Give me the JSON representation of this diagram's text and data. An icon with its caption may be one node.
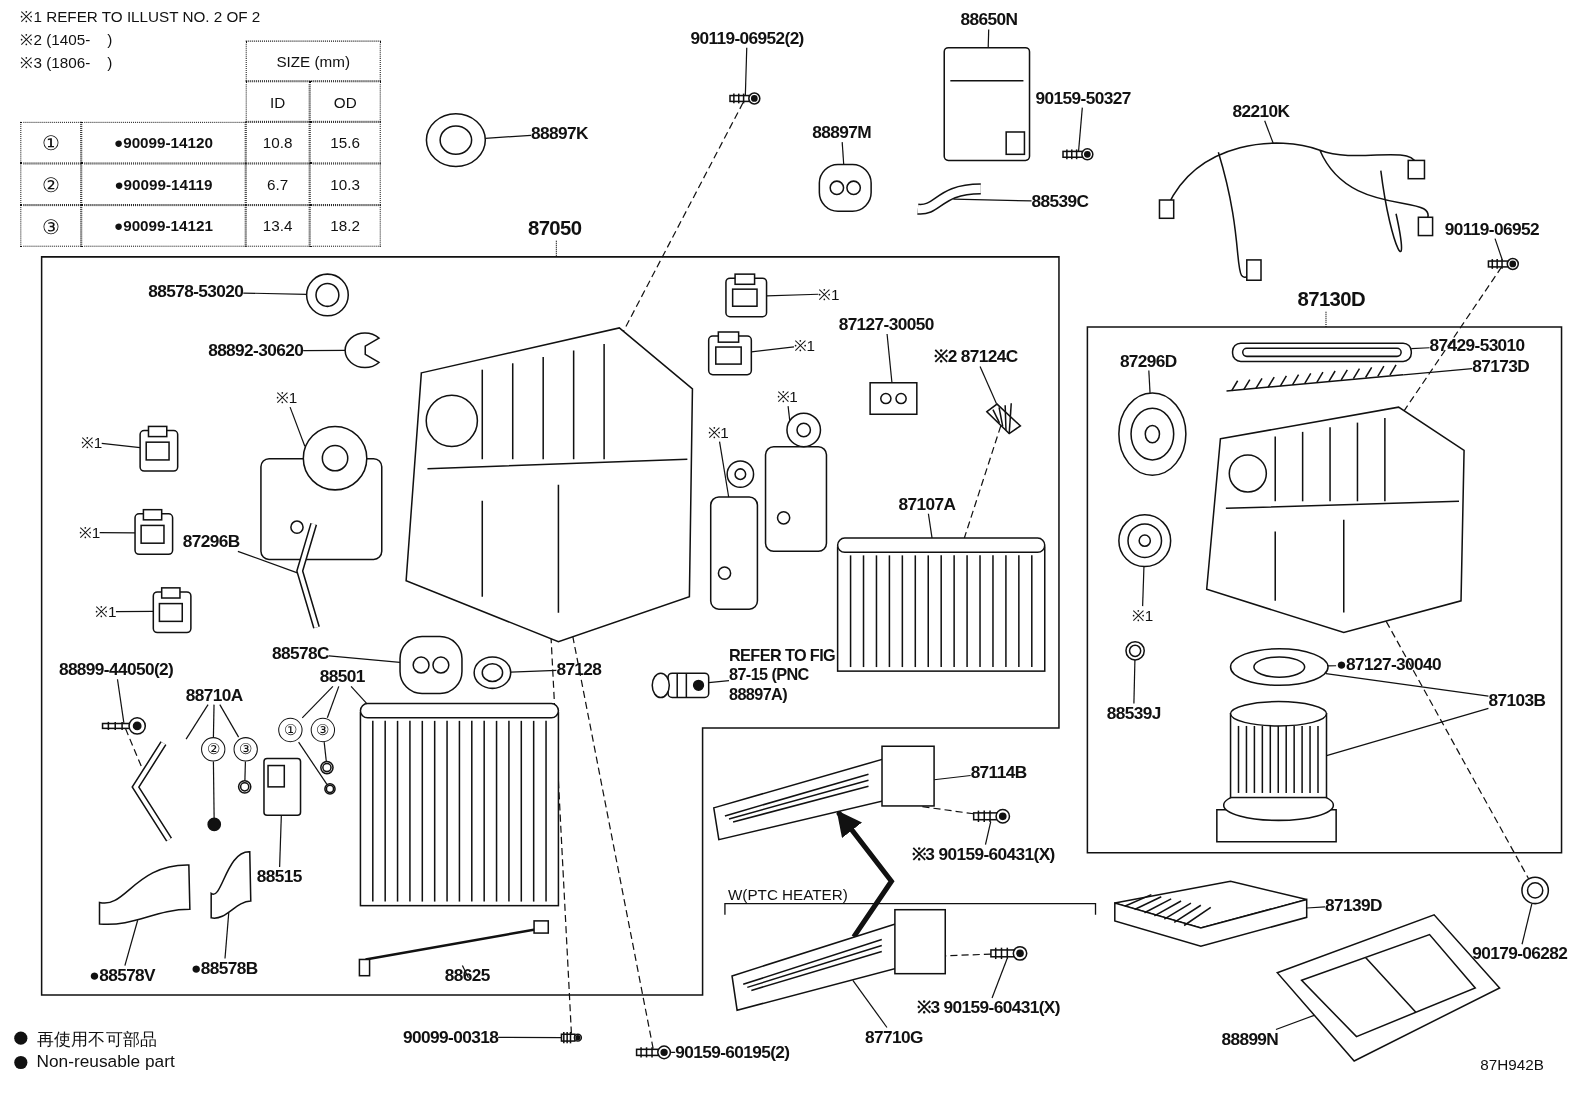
{
  "diagram": {
    "nodes": [
      {
        "text": [
          "87050"
        ]
      },
      {
        "text": [
          "87130D"
        ]
      },
      {
        "text": [
          "88897K"
        ]
      },
      {
        "text": [],
        "shape": "picture"
      },
      {
        "text": [
          "90119-06952(2)"
        ]
      },
      {
        "text": [],
        "shape": "picture"
      },
      {
        "text": [
          "88650N"
        ]
      },
      {
        "text": [],
        "shape": "picture"
      },
      {
        "text": [
          "90159-50327"
        ]
      },
      {
        "text": [],
        "shape": "picture"
      },
      {
        "text": [
          "88897M"
        ]
      },
      {
        "text": [],
        "shape": "picture"
      },
      {
        "text": [
          "88539C"
        ]
      },
      {
        "text": [],
        "shape": "picture"
      },
      {
        "text": [
          "82210K"
        ]
      },
      {
        "text": [],
        "shape": "picture"
      },
      {
        "text": [
          "90119-06952"
        ]
      },
      {
        "text": [],
        "shape": "picture"
      },
      {
        "text": [
          "88578-53020"
        ],
        "in": 0
      },
      {
        "text": [],
        "shape": "picture",
        "in": 0
      },
      {
        "text": [
          "88892-30620"
        ],
        "in": 0
      },
      {
        "text": [],
        "shape": "picture",
        "in": 0
      },
      {
        "text": [
          "※1"
        ],
        "in": 0
      },
      {
        "text": [],
        "shape": "picture",
        "in": 0
      },
      {
        "text": [
          "※1"
        ],
        "in": 0
      },
      {
        "text": [],
        "shape": "picture",
        "in": 0
      },
      {
        "text": [
          "※1"
        ],
        "in": 0
      },
      {
        "text": [],
        "shape": "picture",
        "in": 0
      },
      {
        "text": [
          "※1"
        ],
        "in": 0
      },
      {
        "text": [],
        "shape": "picture",
        "in": 0
      },
      {
        "text": [
          "87296B"
        ],
        "in": 0
      },
      {
        "text": [],
        "shape": "picture",
        "in": 0
      },
      {
        "text": [],
        "shape": "picture",
        "in": 0
      },
      {
        "text": [
          "※1"
        ],
        "in": 0
      },
      {
        "text": [],
        "shape": "picture",
        "in": 0
      },
      {
        "text": [
          "※1"
        ],
        "in": 0
      },
      {
        "text": [],
        "shape": "picture",
        "in": 0
      },
      {
        "text": [
          "※1"
        ],
        "in": 0
      },
      {
        "text": [],
        "shape": "picture",
        "in": 0
      },
      {
        "text": [
          "※1"
        ],
        "in": 0
      },
      {
        "text": [],
        "shape": "picture",
        "in": 0
      },
      {
        "text": [
          "87127-30050"
        ],
        "in": 0
      },
      {
        "text": [],
        "shape": "picture",
        "in": 0
      },
      {
        "text": [
          "※2 87124C"
        ],
        "in": 0
      },
      {
        "text": [],
        "shape": "picture",
        "in": 0
      },
      {
        "text": [
          "87107A"
        ],
        "in": 0
      },
      {
        "text": [],
        "shape": "picture",
        "in": 0
      },
      {
        "text": [
          "88578C"
        ],
        "in": 0
      },
      {
        "text": [],
        "shape": "picture",
        "in": 0
      },
      {
        "text": [
          "87128"
        ],
        "in": 0
      },
      {
        "text": [],
        "shape": "picture",
        "in": 0
      },
      {
        "text": [
          "REFER TO FIG 87-15 (PNC 88897A)"
        ],
        "in": 0
      },
      {
        "text": [],
        "shape": "picture",
        "in": 0
      },
      {
        "text": [
          "88899-44050(2)"
        ],
        "in": 0
      },
      {
        "text": [],
        "shape": "picture",
        "in": 0
      },
      {
        "text": [
          "88710A"
        ],
        "in": 0
      },
      {
        "text": [],
        "shape": "picture",
        "in": 0
      },
      {
        "text": [
          "②"
        ],
        "in": 0
      },
      {
        "text": [],
        "shape": "circle",
        "in": 0
      },
      {
        "text": [
          "③"
        ],
        "in": 0
      },
      {
        "text": [],
        "shape": "picture",
        "in": 0
      },
      {
        "text": [
          "88501"
        ],
        "in": 0
      },
      {
        "text": [
          "①"
        ],
        "in": 0
      },
      {
        "text": [],
        "shape": "picture",
        "in": 0
      },
      {
        "text": [
          "③"
        ],
        "in": 0
      },
      {
        "text": [],
        "shape": "picture",
        "in": 0
      },
      {
        "text": [],
        "shape": "picture",
        "in": 0
      },
      {
        "text": [
          "88515"
        ],
        "in": 0
      },
      {
        "text": [],
        "shape": "picture",
        "in": 0
      },
      {
        "text": [],
        "shape": "picture",
        "in": 0
      },
      {
        "text": [
          "●88578V"
        ],
        "in": 0
      },
      {
        "text": [],
        "shape": "picture",
        "in": 0
      },
      {
        "text": [
          "●88578B"
        ],
        "in": 0
      },
      {
        "text": [],
        "shape": "picture",
        "in": 0
      },
      {
        "text": [
          "88625"
        ],
        "in": 0
      },
      {
        "text": [
          "90099-00318"
        ]
      },
      {
        "text": [],
        "shape": "picture"
      },
      {
        "text": [
          "90159-60195(2)"
        ]
      },
      {
        "text": [],
        "shape": "picture"
      },
      {
        "text": [],
        "shape": "picture"
      },
      {
        "text": [
          "87114B"
        ]
      },
      {
        "text": [],
        "shape": "picture"
      },
      {
        "text": [
          "※3 90159-60431(X)"
        ]
      },
      {
        "text": [],
        "shape": "picture"
      },
      {
        "text": [
          "87710G"
        ]
      },
      {
        "text": [],
        "shape": "picture"
      },
      {
        "text": [
          "※3 90159-60431(X)"
        ]
      },
      {
        "text": [],
        "shape": "picture"
      },
      {
        "text": [
          "87139D"
        ]
      },
      {
        "text": [],
        "shape": "picture"
      },
      {
        "text": [
          "88899N"
        ]
      },
      {
        "text": [],
        "shape": "picture"
      },
      {
        "text": [
          "90179-06282"
        ]
      },
      {
        "text": [
          "87429-53010"
        ],
        "in": 1
      },
      {
        "text": [],
        "shape": "picture",
        "in": 1
      },
      {
        "text": [
          "87173D"
        ],
        "in": 1
      },
      {
        "text": [],
        "shape": "picture",
        "in": 1
      },
      {
        "text": [
          "87296D"
        ],
        "in": 1
      },
      {
        "text": [],
        "shape": "picture",
        "in": 1
      },
      {
        "text": [],
        "shape": "picture",
        "in": 1
      },
      {
        "text": [],
        "shape": "picture",
        "in": 1
      },
      {
        "text": [
          "※1"
        ],
        "in": 1
      },
      {
        "text": [],
        "shape": "picture",
        "in": 1
      },
      {
        "text": [
          "88539J"
        ],
        "in": 1
      },
      {
        "text": [],
        "shape": "picture",
        "in": 1
      },
      {
        "text": [
          "●87127-30040"
        ],
        "in": 1
      },
      {
        "text": [
          "87103B"
        ],
        "in": 1
      },
      {
        "text": [],
        "shape": "picture",
        "in": 1
      }
    ],
    "edges": [
      {
        "from": 2,
        "to": 3,
        "arrow": "none"
      },
      {
        "from": 4,
        "to": 5,
        "arrow": "none"
      },
      {
        "from": 6,
        "to": 7,
        "arrow": "none"
      },
      {
        "from": 8,
        "to": 9,
        "arrow": "none"
      },
      {
        "from": 10,
        "to": 11,
        "arrow": "none"
      },
      {
        "from": 12,
        "to": 13,
        "arrow": "none"
      },
      {
        "from": 14,
        "to": 15,
        "arrow": "none"
      },
      {
        "from": 16,
        "to": 17,
        "arrow": "none"
      },
      {
        "from": 18,
        "to": 19,
        "arrow": "none"
      },
      {
        "from": 20,
        "to": 21,
        "arrow": "none"
      },
      {
        "from": 22,
        "to": 23,
        "arrow": "none"
      },
      {
        "from": 24,
        "to": 25,
        "arrow": "none"
      },
      {
        "from": 26,
        "to": 27,
        "arrow": "none"
      },
      {
        "from": 28,
        "to": 29,
        "arrow": "none"
      },
      {
        "from": 30,
        "to": 31,
        "arrow": "none"
      },
      {
        "from": 33,
        "to": 34,
        "arrow": "none"
      },
      {
        "from": 35,
        "to": 36,
        "arrow": "none"
      },
      {
        "from": 37,
        "to": 38,
        "arrow": "none"
      },
      {
        "from": 39,
        "to": 40,
        "arrow": "none"
      },
      {
        "from": 41,
        "to": 42,
        "arrow": "none"
      },
      {
        "from": 43,
        "to": 44,
        "arrow": "none"
      },
      {
        "from": 45,
        "to": 46,
        "arrow": "none"
      },
      {
        "from": 47,
        "to": 48,
        "arrow": "none"
      },
      {
        "from": 49,
        "to": 50,
        "arrow": "none"
      },
      {
        "from": 51,
        "to": 52,
        "arrow": "none"
      },
      {
        "from": 53,
        "to": 54,
        "arrow": "none"
      },
      {
        "from": 55,
        "to": 56,
        "arrow": "none"
      },
      {
        "from": 55,
        "to": 57,
        "arrow": "none"
      },
      {
        "from": 55,
        "to": 59,
        "arrow": "none"
      },
      {
        "from": 57,
        "to": 58,
        "arrow": "none"
      },
      {
        "from": 59,
        "to": 60,
        "arrow": "none"
      },
      {
        "from": 61,
        "to": 62,
        "arrow": "none"
      },
      {
        "from": 61,
        "to": 64,
        "arrow": "none"
      },
      {
        "from": 61,
        "to": 66,
        "arrow": "none"
      },
      {
        "from": 62,
        "to": 63,
        "arrow": "none"
      },
      {
        "from": 64,
        "to": 65,
        "arrow": "none"
      },
      {
        "from": 67,
        "to": 68,
        "arrow": "none"
      },
      {
        "from": 70,
        "to": 69,
        "arrow": "none"
      },
      {
        "from": 72,
        "to": 71,
        "arrow": "none"
      },
      {
        "from": 74,
        "to": 73,
        "arrow": "none"
      },
      {
        "from": 75,
        "to": 76,
        "arrow": "none"
      },
      {
        "from": 77,
        "to": 78,
        "arrow": "none"
      },
      {
        "from": 80,
        "to": 79,
        "arrow": "none"
      },
      {
        "from": 82,
        "to": 81,
        "arrow": "none"
      },
      {
        "from": 84,
        "to": 83,
        "arrow": "none"
      },
      {
        "from": 86,
        "to": 85,
        "arrow": "none"
      },
      {
        "from": 88,
        "to": 87,
        "arrow": "none"
      },
      {
        "from": 90,
        "to": 89,
        "arrow": "none"
      },
      {
        "from": 92,
        "to": 91,
        "arrow": "none"
      },
      {
        "from": 93,
        "to": 94,
        "arrow": "none"
      },
      {
        "from": 95,
        "to": 96,
        "arrow": "none"
      },
      {
        "from": 97,
        "to": 98,
        "arrow": "none"
      },
      {
        "from": 101,
        "to": 100,
        "arrow": "none"
      },
      {
        "from": 103,
        "to": 102,
        "arrow": "none"
      },
      {
        "from": 105,
        "to": 104,
        "arrow": "none"
      },
      {
        "from": 106,
        "to": 104,
        "arrow": "none"
      },
      {
        "from": 106,
        "to": 107,
        "arrow": "none"
      },
      {
        "from": 5,
        "to": 32,
        "arrow": "none",
        "style": "dashed"
      },
      {
        "from": 17,
        "to": 99,
        "arrow": "none",
        "style": "dashed"
      },
      {
        "from": 99,
        "to": 91,
        "arrow": "none",
        "style": "dashed"
      },
      {
        "from": 76,
        "to": 32,
        "arrow": "none",
        "style": "dashed"
      },
      {
        "from": 78,
        "to": 32,
        "arrow": "none",
        "style": "dashed"
      },
      {
        "from": 54,
        "to": 56,
        "arrow": "none",
        "style": "dashed"
      },
      {
        "from": 81,
        "to": 79,
        "arrow": "none",
        "style": "dashed"
      },
      {
        "from": 85,
        "to": 83,
        "arrow": "none",
        "style": "dashed"
      },
      {
        "from": 44,
        "to": 46,
        "arrow": "none",
        "style": "dashed"
      },
      {
        "from": 83,
        "to": 79,
        "arrow": "to",
        "style": "thick"
      }
    ],
    "labels": [
      "※1 REFER TO ILLUST NO. 2 OF 2",
      "※2 (1405-    )",
      "※3 (1806-    )",
      "SIZE (mm)",
      "ID",
      "OD",
      "①",
      "●90099-14120",
      "10.8",
      "15.6",
      "②",
      "●90099-14119",
      "6.7",
      "10.3",
      "③",
      "●90099-14121",
      "13.4",
      "18.2",
      "W(PTC HEATER)",
      "87H942B"
    ],
    "legend": [
      {
        "text": "再使用不可部品"
      },
      {
        "text": "Non-reusable part"
      }
    ]
  }
}
